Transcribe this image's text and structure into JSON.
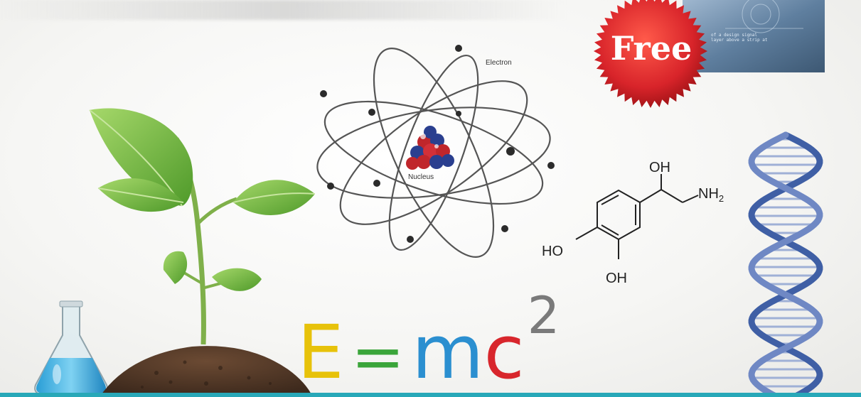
{
  "badge": {
    "label": "Free",
    "color": "#d8242a"
  },
  "equation": {
    "E": "E",
    "equals": "=",
    "m": "m",
    "c": "c",
    "exponent": "2",
    "colors": {
      "E": "#e7c20a",
      "equals": "#3aa53a",
      "m": "#2b8fd0",
      "c": "#d8262c",
      "exponent": "#7a7a7a"
    }
  },
  "atom": {
    "electron_label": "Electron",
    "nucleus_label": "Nucleus"
  },
  "molecule": {
    "oh_top": "OH",
    "nh2": "NH",
    "nh2_sub": "2",
    "ho_left": "HO",
    "oh_bottom": "OH"
  },
  "screen": {
    "lines": [
      "of a design signal",
      "layer above a strip at"
    ]
  },
  "icons": [
    "seedling-plant-icon",
    "soil-mound-icon",
    "flask-icon",
    "atom-icon",
    "molecule-icon",
    "dna-helix-icon",
    "free-badge-icon",
    "tablet-screen-icon"
  ],
  "colors": {
    "leaf": "#6fb43a",
    "soil": "#5a3e2b",
    "flask_liquid": "#3cb0e0",
    "dna": "#3f5fa5",
    "bar": "#28a8b8"
  }
}
